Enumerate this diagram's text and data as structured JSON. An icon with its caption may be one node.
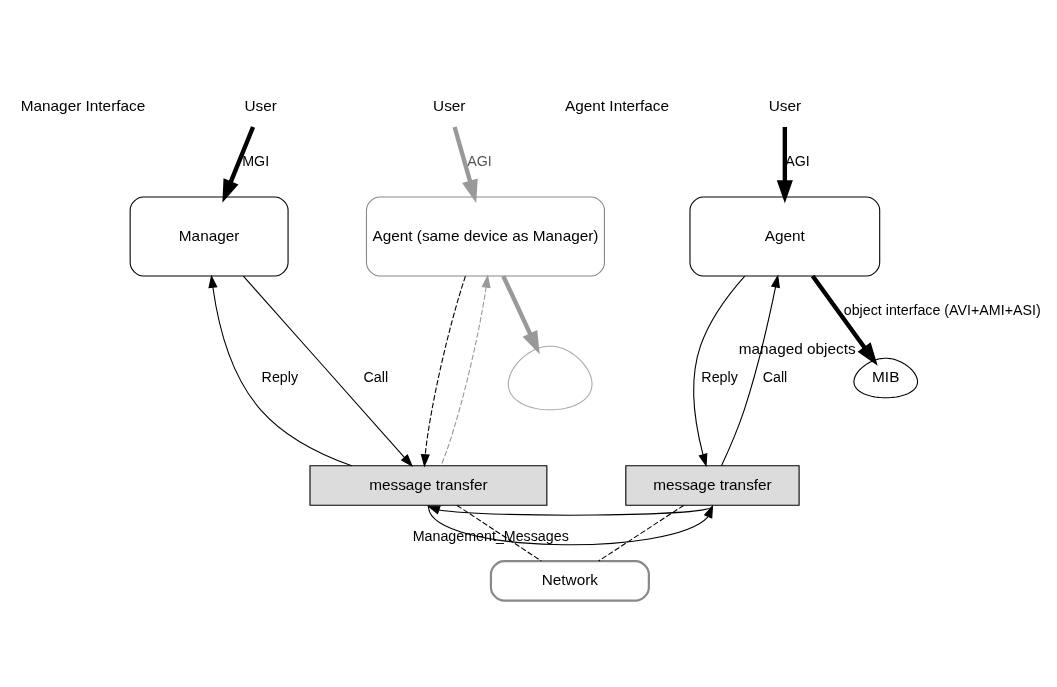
{
  "diagram": {
    "nodes": [
      {
        "text": [
          "User"
        ]
      },
      {
        "text": [
          "User"
        ]
      },
      {
        "text": [
          "User"
        ]
      },
      {
        "text": [
          "Manager"
        ]
      },
      {
        "text": [
          "Agent (same device as Manager)"
        ]
      },
      {
        "text": [
          "Agent"
        ]
      },
      {
        "text": [],
        "shape": "cloud"
      },
      {
        "text": [
          "MIB"
        ],
        "beside": [
          "managed objects"
        ]
      },
      {
        "text": [
          "message transfer"
        ]
      },
      {
        "text": [
          "message transfer"
        ]
      },
      {
        "text": [
          "Network"
        ]
      }
    ],
    "edges": [
      {
        "from": 0,
        "to": 3,
        "arrow": "to",
        "label": "MGI",
        "style": "thick"
      },
      {
        "from": 1,
        "to": 4,
        "arrow": "to",
        "label": "AGI",
        "style": "thick",
        "color": "#999999"
      },
      {
        "from": 2,
        "to": 5,
        "arrow": "to",
        "label": "AGI",
        "style": "thick"
      },
      {
        "from": 4,
        "to": 6,
        "arrow": "to",
        "style": "thick",
        "color": "#999999"
      },
      {
        "from": 5,
        "to": 7,
        "arrow": "to",
        "label": "object interface (AVI+AMI+ASI)",
        "style": "thick"
      },
      {
        "from": 3,
        "to": 8,
        "arrow": "to",
        "label": "Call"
      },
      {
        "from": 8,
        "to": 3,
        "arrow": "to",
        "label": "Reply"
      },
      {
        "from": 4,
        "to": 8,
        "arrow": "to",
        "style": "dashed"
      },
      {
        "from": 8,
        "to": 4,
        "arrow": "to",
        "style": "dashed",
        "color": "#999999"
      },
      {
        "from": 5,
        "to": 9,
        "arrow": "to",
        "label": "Reply"
      },
      {
        "from": 9,
        "to": 5,
        "arrow": "to",
        "label": "Call"
      },
      {
        "from": 8,
        "to": 9,
        "arrow": "to",
        "label": "Management_Messages"
      },
      {
        "from": 9,
        "to": 8,
        "arrow": "to"
      },
      {
        "from": 8,
        "to": 10,
        "arrow": "none",
        "style": "dashed"
      },
      {
        "from": 9,
        "to": 10,
        "arrow": "none",
        "style": "dashed"
      }
    ],
    "labels": [
      "Manager Interface",
      "Agent Interface"
    ]
  }
}
